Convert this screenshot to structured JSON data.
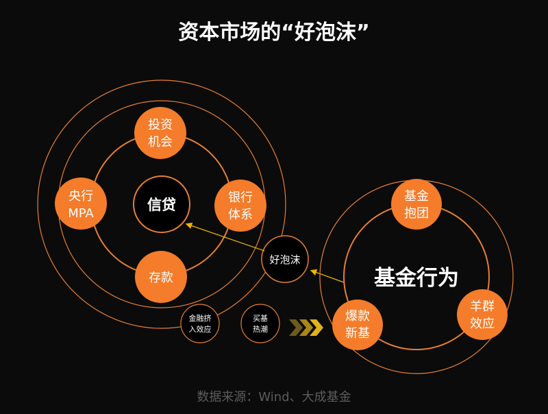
{
  "title": "资本市场的“好泡沫”",
  "source": "数据来源：Wind、大成基金",
  "colors": {
    "background": "#0b0b0b",
    "orange": "#f47c2a",
    "ring": "#e8802f",
    "arrow": "#f0b400",
    "text_light": "#ffffff",
    "text_dim": "#5c5c5c"
  },
  "left_cluster": {
    "center": "信贷",
    "nodes": {
      "invest": [
        "投资",
        "机会"
      ],
      "central_bank": [
        "央行",
        "MPA"
      ],
      "bank": [
        "银行",
        "体系"
      ],
      "deposit": [
        "存款"
      ]
    }
  },
  "middle": {
    "good_bubble": "好泡沫",
    "financial_squeeze": [
      "金融挤",
      "入效应"
    ],
    "buy_fund": [
      "买基",
      "热潮"
    ],
    "chevrons": "›››"
  },
  "right_cluster": {
    "center": "基金行为",
    "nodes": {
      "fund_group": [
        "基金",
        "抱团"
      ],
      "herd": [
        "羊群",
        "效应"
      ],
      "hit": [
        "爆款",
        "新基"
      ]
    }
  }
}
